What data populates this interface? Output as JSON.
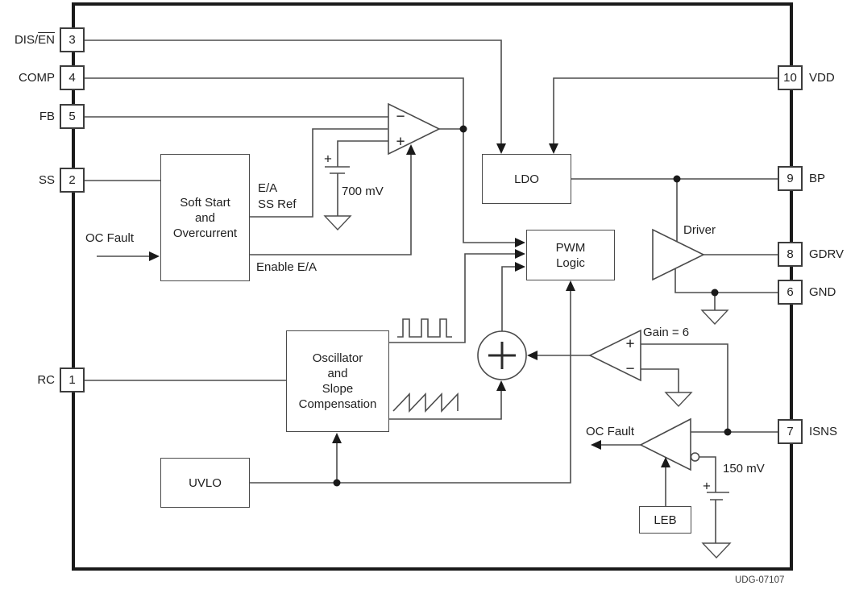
{
  "diagram": {
    "code": "UDG-07107",
    "pins_left": [
      {
        "number": "3",
        "label_pre": "DIS/",
        "label_ov": "EN"
      },
      {
        "number": "4",
        "label": "COMP"
      },
      {
        "number": "5",
        "label": "FB"
      },
      {
        "number": "2",
        "label": "SS"
      },
      {
        "number": "1",
        "label": "RC"
      }
    ],
    "pins_right": [
      {
        "number": "10",
        "label": "VDD"
      },
      {
        "number": "9",
        "label": "BP"
      },
      {
        "number": "8",
        "label": "GDRV"
      },
      {
        "number": "6",
        "label": "GND"
      },
      {
        "number": "7",
        "label": "ISNS"
      }
    ],
    "blocks": {
      "soft_start": "Soft Start\nand\nOvercurrent",
      "oscillator": "Oscillator\nand\nSlope\nCompensation",
      "uvlo": "UVLO",
      "ldo": "LDO",
      "pwm": "PWM\nLogic",
      "leb": "LEB"
    },
    "labels": {
      "oc_fault_in": "OC Fault",
      "ea_ss_ref": "E/A\nSS Ref",
      "enable_ea": "Enable E/A",
      "ref_700mv": "700 mV",
      "driver": "Driver",
      "gain": "Gain = 6",
      "oc_fault_out": "OC Fault",
      "ref_150mv": "150 mV",
      "plus": "+",
      "minus": "−"
    },
    "colors": {
      "wire": "#4d4d4d",
      "border": "#1a1a1a",
      "text": "#1f1f1f",
      "background": "#ffffff"
    }
  }
}
